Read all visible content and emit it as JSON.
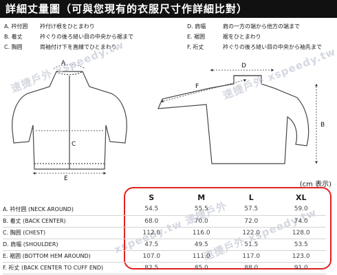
{
  "header": {
    "title": "詳細丈量圖（可與您現有的衣服尺寸作詳細比對）"
  },
  "legend_left": [
    {
      "code": "A. 衿付囲",
      "desc": "衿付け根をひとまわり"
    },
    {
      "code": "B. 着丈",
      "desc": "衿ぐりの後ろ縫い目の中央から裾まで"
    },
    {
      "code": "C. 胸囲",
      "desc": "両袖付け下を直線でひとまわり"
    }
  ],
  "legend_right": [
    {
      "code": "D. 肩幅",
      "desc": "肩の一方の端から他方の端まで"
    },
    {
      "code": "E. 裾囲",
      "desc": "裾をひとまわり"
    },
    {
      "code": "F. 裄丈",
      "desc": "衿ぐりの後ろ縫い目の中央から袖先まで"
    }
  ],
  "watermarks": [
    "速捷戶外 xspeedy.tw",
    "速捷戶外 xspeedy.tw",
    "xspeedy.tw 速捷戶外",
    "速捷戶外 xspeedy.tw"
  ],
  "diagram_labels": {
    "a": "A",
    "b": "B",
    "c": "C",
    "d": "D",
    "e": "E",
    "f": "F"
  },
  "unit": "(cm 表示)",
  "sizes": [
    "S",
    "M",
    "L",
    "XL"
  ],
  "rows": [
    {
      "label": "A. 衿付囲 (NECK AROUND)",
      "values": [
        "54.5",
        "55.5",
        "57.5",
        "59.0"
      ]
    },
    {
      "label": "B. 着丈 (BACK CENTER)",
      "values": [
        "68.0",
        "70.0",
        "72.0",
        "74.0"
      ]
    },
    {
      "label": "C. 胸囲 (CHEST)",
      "values": [
        "112.0",
        "116.0",
        "122.0",
        "128.0"
      ]
    },
    {
      "label": "D. 肩幅 (SHOULDER)",
      "values": [
        "47.5",
        "49.5",
        "51.5",
        "53.5"
      ]
    },
    {
      "label": "E. 裾囲 (BOTTOM HEM AROUND)",
      "values": [
        "107.0",
        "111.0",
        "117.0",
        "123.0"
      ]
    },
    {
      "label": "F. 裄丈 (BACK CENTER TO CUFF END)",
      "values": [
        "82.5",
        "85.0",
        "88.0",
        "91.0"
      ]
    }
  ],
  "colors": {
    "accent": "#e0201e",
    "header_bg": "#111111",
    "watermark": "#c8cbd8"
  }
}
